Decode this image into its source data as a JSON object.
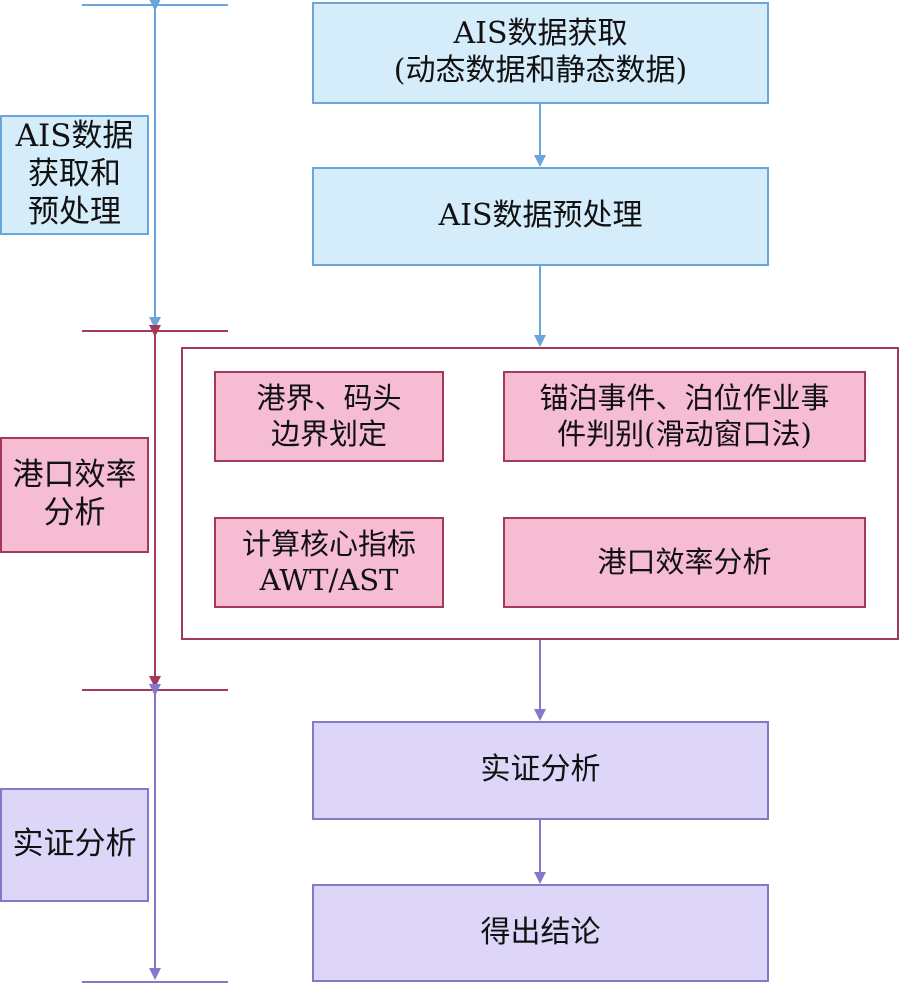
{
  "colors": {
    "blue_fill": "#d5ecfa",
    "blue_line": "#6aa6dc",
    "red_fill": "#f6bcd3",
    "red_line": "#a33a59",
    "purple_fill": "#ddd6f8",
    "purple_line": "#8478c9"
  },
  "stages": {
    "stage1": "AIS数据\n获取和\n预处理",
    "stage2": "港口效率\n分析",
    "stage3": "实证分析"
  },
  "steps": {
    "acquire": "AIS数据获取\n(动态数据和静态数据)",
    "preprocess": "AIS数据预处理",
    "empirical": "实证分析",
    "conclusion": "得出结论"
  },
  "analysis": {
    "boundary": "港界、码头\n边界划定",
    "events": "锚泊事件、泊位作业事\n件判别(滑动窗口法)",
    "indicators": "计算核心指标\nAWT/AST",
    "efficiency": "港口效率分析"
  }
}
